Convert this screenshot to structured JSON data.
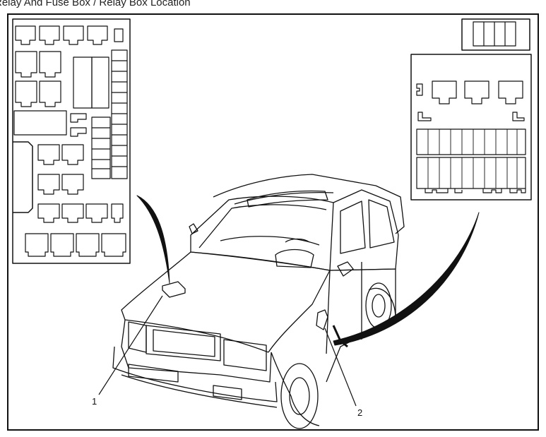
{
  "page": {
    "title": "Relay And Fuse Box / Relay Box Location"
  },
  "diagram": {
    "callouts": [
      {
        "id": "1",
        "label": "1"
      },
      {
        "id": "2",
        "label": "2"
      }
    ],
    "colors": {
      "line": "#111111",
      "background": "#ffffff"
    }
  }
}
